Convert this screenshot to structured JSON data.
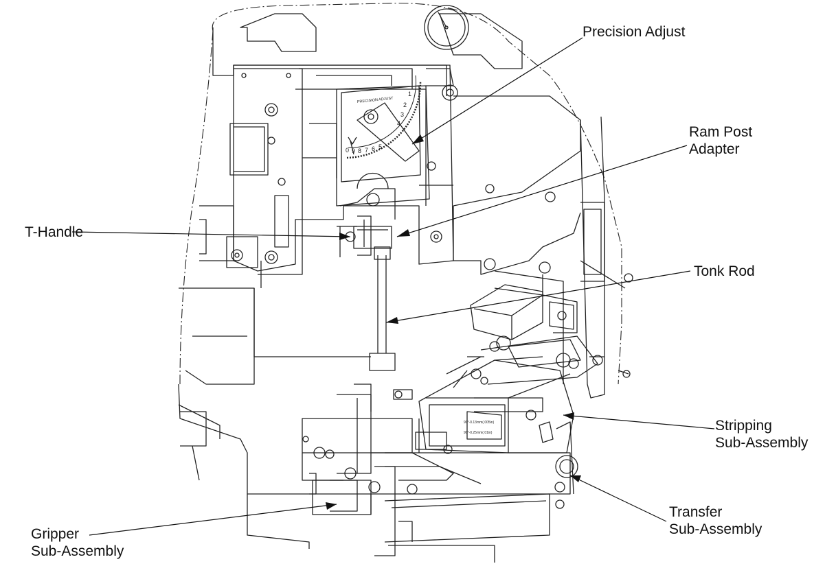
{
  "callouts": {
    "precision_adjust": "Precision Adjust",
    "ram_post_adapter": [
      "Ram Post",
      "Adapter"
    ],
    "t_handle": "T-Handle",
    "tonk_rod": "Tonk Rod",
    "stripping_sub_assembly": [
      "Stripping",
      "Sub-Assembly"
    ],
    "transfer_sub_assembly": [
      "Transfer",
      "Sub-Assembly"
    ],
    "gripper_sub_assembly": [
      "Gripper",
      "Sub-Assembly"
    ]
  },
  "dial": {
    "title": "PRECISION ADJUST",
    "numbers": [
      "0",
      "9",
      "8",
      "7",
      "6",
      "5",
      "4",
      "3",
      "2",
      "1"
    ]
  },
  "plate_text": {
    "line1": "90°-0.13mm(.005in)",
    "line2": "90°-0.25mm(.01in)"
  }
}
